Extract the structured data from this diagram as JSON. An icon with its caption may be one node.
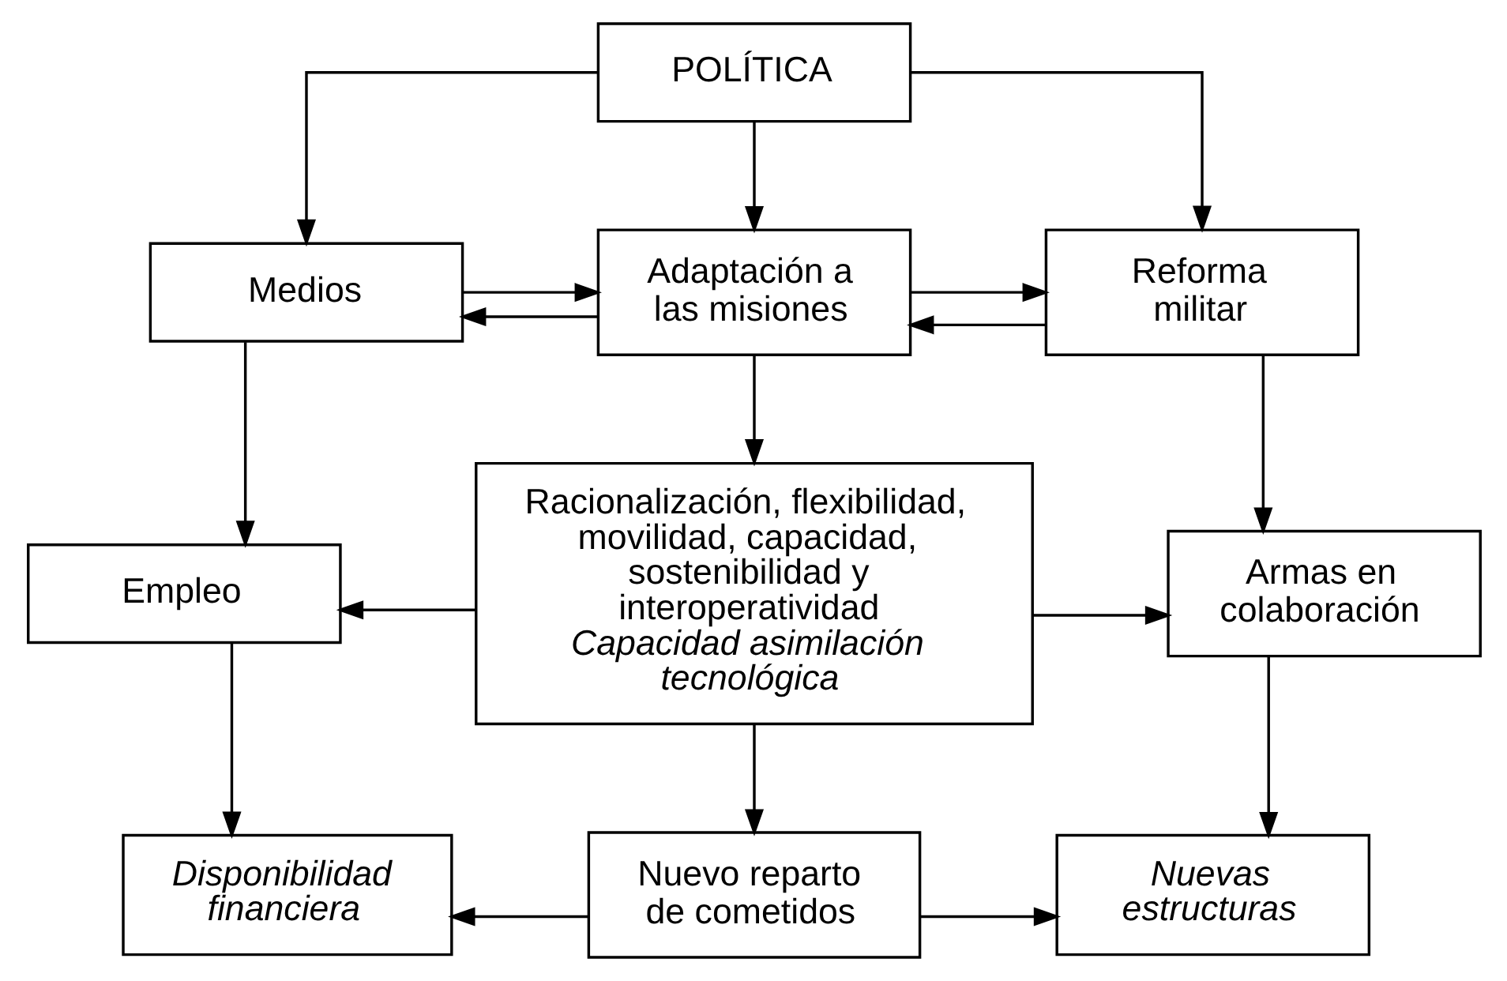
{
  "diagram": {
    "nodes": [
      {
        "text": [
          "POLÍTICA"
        ]
      },
      {
        "text": [
          "Medios"
        ]
      },
      {
        "text": [
          "Adaptación a las misiones"
        ]
      },
      {
        "text": [
          "Reforma militar"
        ]
      },
      {
        "text": [
          "Empleo"
        ]
      },
      {
        "text": [
          "Racionalización, flexibilidad, movilidad, capacidad, sostenibilidad y interoperatividad",
          "Capacidad asimilación tecnológica"
        ]
      },
      {
        "text": [
          "Armas en colaboración"
        ]
      },
      {
        "text": [
          "Disponibilidad financiera"
        ]
      },
      {
        "text": [
          "Nuevo reparto de cometidos"
        ]
      },
      {
        "text": [
          "Nuevas estructuras"
        ]
      }
    ],
    "edges": [
      {
        "from": 0,
        "to": 1,
        "arrow": "to"
      },
      {
        "from": 0,
        "to": 2,
        "arrow": "to"
      },
      {
        "from": 0,
        "to": 3,
        "arrow": "to"
      },
      {
        "from": 1,
        "to": 2,
        "arrow": "to"
      },
      {
        "from": 2,
        "to": 1,
        "arrow": "to"
      },
      {
        "from": 3,
        "to": 2,
        "arrow": "to"
      },
      {
        "from": 2,
        "to": 3,
        "arrow": "to"
      },
      {
        "from": 1,
        "to": 4,
        "arrow": "to"
      },
      {
        "from": 2,
        "to": 5,
        "arrow": "to"
      },
      {
        "from": 3,
        "to": 6,
        "arrow": "to"
      },
      {
        "from": 5,
        "to": 4,
        "arrow": "to"
      },
      {
        "from": 5,
        "to": 6,
        "arrow": "to"
      },
      {
        "from": 4,
        "to": 7,
        "arrow": "to"
      },
      {
        "from": 6,
        "to": 9,
        "arrow": "to"
      },
      {
        "from": 5,
        "to": 8,
        "arrow": "to"
      },
      {
        "from": 8,
        "to": 7,
        "arrow": "to"
      },
      {
        "from": 8,
        "to": 9,
        "arrow": "to"
      }
    ]
  }
}
